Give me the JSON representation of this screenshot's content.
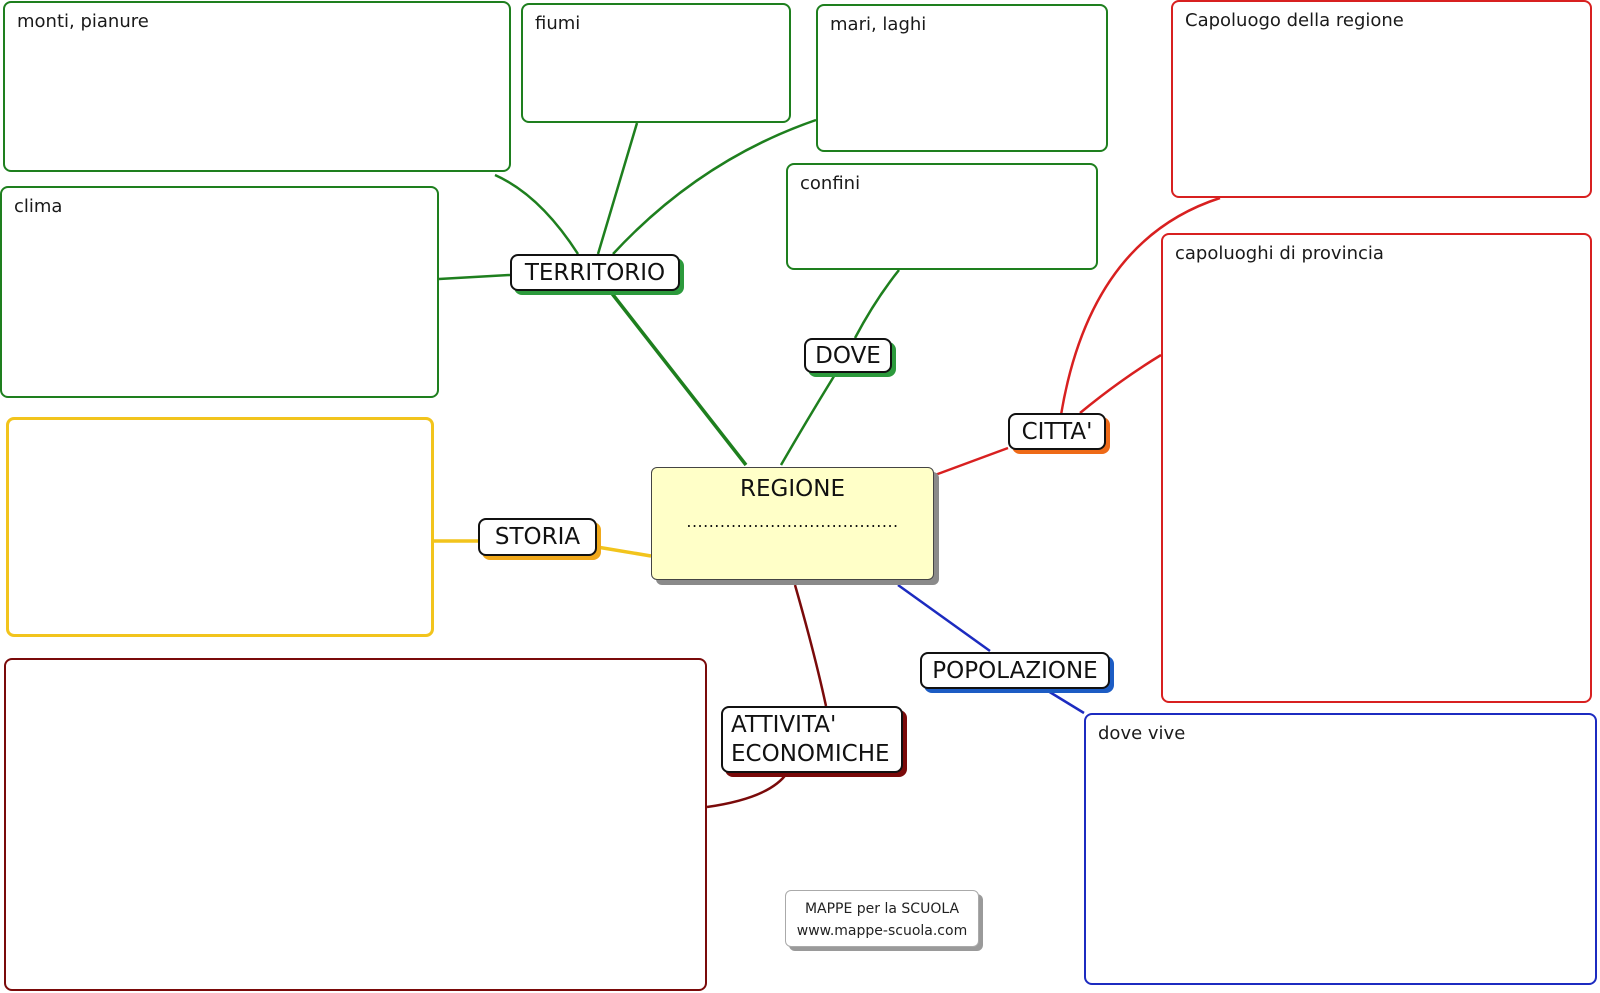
{
  "center": {
    "title": "REGIONE",
    "placeholder": "......................................"
  },
  "branches": {
    "territorio": {
      "label": "TERRITORIO",
      "color": "#1e7f1e"
    },
    "dove": {
      "label": "DOVE",
      "color": "#1e7f1e"
    },
    "citta": {
      "label": "CITTA'",
      "color": "#d82020"
    },
    "storia": {
      "label": "STORIA",
      "color": "#f2c41c"
    },
    "popolazione": {
      "label": "POPOLAZIONE",
      "color": "#1c2bc0"
    },
    "attivita": {
      "label_line1": "ATTIVITA'",
      "label_line2": "ECONOMICHE",
      "color": "#7a0a0a"
    }
  },
  "boxes": {
    "monti": "monti, pianure",
    "fiumi": "fiumi",
    "mari": "mari, laghi",
    "confini": "confini",
    "clima": "clima",
    "capoluogo": "Capoluogo della regione",
    "capoluoghi": "capoluoghi di provincia",
    "dove_vive": "dove vive"
  },
  "credit": {
    "line1": "MAPPE per la SCUOLA",
    "line2": "www.mappe-scuola.com"
  }
}
